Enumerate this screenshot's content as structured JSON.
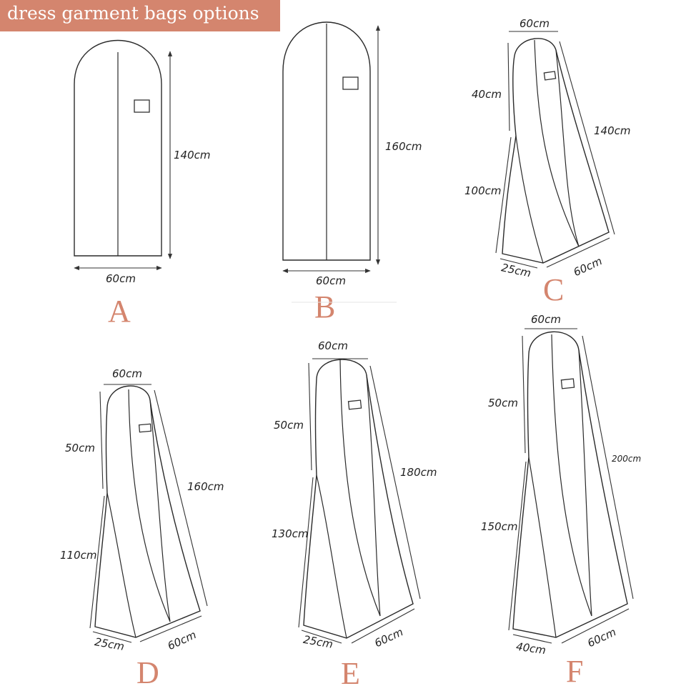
{
  "header": {
    "title": "dress garment bags options"
  },
  "bags": {
    "A": {
      "letter": "A",
      "width": "60cm",
      "length": "140cm"
    },
    "B": {
      "letter": "B",
      "width": "60cm",
      "length": "160cm"
    },
    "C": {
      "letter": "C",
      "top_width": "60cm",
      "upper": "40cm",
      "lower": "100cm",
      "total": "140cm",
      "gusset": "25cm",
      "base": "60cm"
    },
    "D": {
      "letter": "D",
      "top_width": "60cm",
      "upper": "50cm",
      "lower": "110cm",
      "total": "160cm",
      "gusset": "25cm",
      "base": "60cm"
    },
    "E": {
      "letter": "E",
      "top_width": "60cm",
      "upper": "50cm",
      "lower": "130cm",
      "total": "180cm",
      "gusset": "25cm",
      "base": "60cm"
    },
    "F": {
      "letter": "F",
      "top_width": "60cm",
      "upper": "50cm",
      "lower": "150cm",
      "total": "200cm",
      "gusset": "40cm",
      "base": "60cm"
    }
  },
  "colors": {
    "banner": "#d4856e",
    "letters": "#d4856e",
    "outline": "#2a2a2a"
  }
}
